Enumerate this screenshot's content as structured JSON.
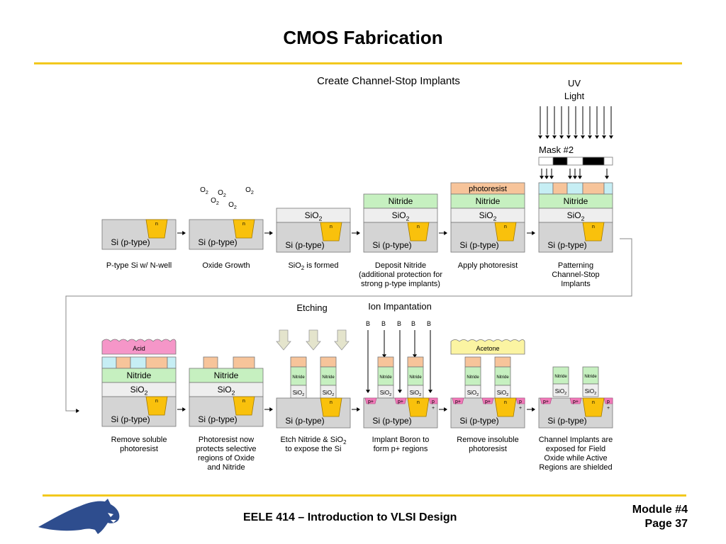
{
  "slide": {
    "title": "CMOS Fabrication",
    "footer_course": "EELE 414 – Introduction to VLSI Design",
    "footer_module": "Module #4",
    "footer_page": "Page 37"
  },
  "diagram": {
    "heading_top": "Create Channel-Stop Implants",
    "heading_etching": "Etching",
    "heading_ion": "Ion Impantation",
    "uv_line1": "UV",
    "uv_line2": "Light",
    "mask_label": "Mask #2",
    "si_label": "Si (p-type)",
    "n_label": "n",
    "sio2_base": "SiO",
    "sub2": "2",
    "nitride": "Nitride",
    "photoresist": "photoresist",
    "acid": "Acid",
    "acetone": "Acetone",
    "p_plus": "p+",
    "p_label": "p",
    "plus": "+",
    "boron": "B",
    "o2_base": "O",
    "captions": {
      "s1": [
        "P-type Si w/ N-well"
      ],
      "s2": [
        "Oxide Growth"
      ],
      "s3": [
        "SiO2 is formed"
      ],
      "s4": [
        "Deposit Nitride",
        "(additional protection for",
        "strong p-type implants)"
      ],
      "s5": [
        "Apply photoresist"
      ],
      "s6": [
        "Patterning",
        "Channel-Stop",
        "Implants"
      ],
      "s7": [
        "Remove soluble",
        "photoresist"
      ],
      "s8": [
        "Photoresist now",
        "protects selective",
        "regions of Oxide",
        "and Nitride"
      ],
      "s9": [
        "Etch Nitride & SiO2",
        "to expose the Si"
      ],
      "s10": [
        "Implant Boron to",
        "form p+ regions"
      ],
      "s11": [
        "Remove insoluble",
        "photoresist"
      ],
      "s12": [
        "Channel Implants are",
        "exposed for Field",
        "Oxide while Active",
        "Regions are shielded"
      ]
    }
  },
  "colors": {
    "accent_rule": "#f2c81d",
    "silicon": "#d4d4d4",
    "nwell": "#f9c10c",
    "oxide": "#eeeeee",
    "nitride": "#c6f0c0",
    "photoresist": "#f7c49a",
    "mask_clear": "#c6eef4",
    "acid": "#f596c8",
    "acetone": "#fbf4a2",
    "pplus": "#f07ab8",
    "logo": "#2e4d8e"
  }
}
